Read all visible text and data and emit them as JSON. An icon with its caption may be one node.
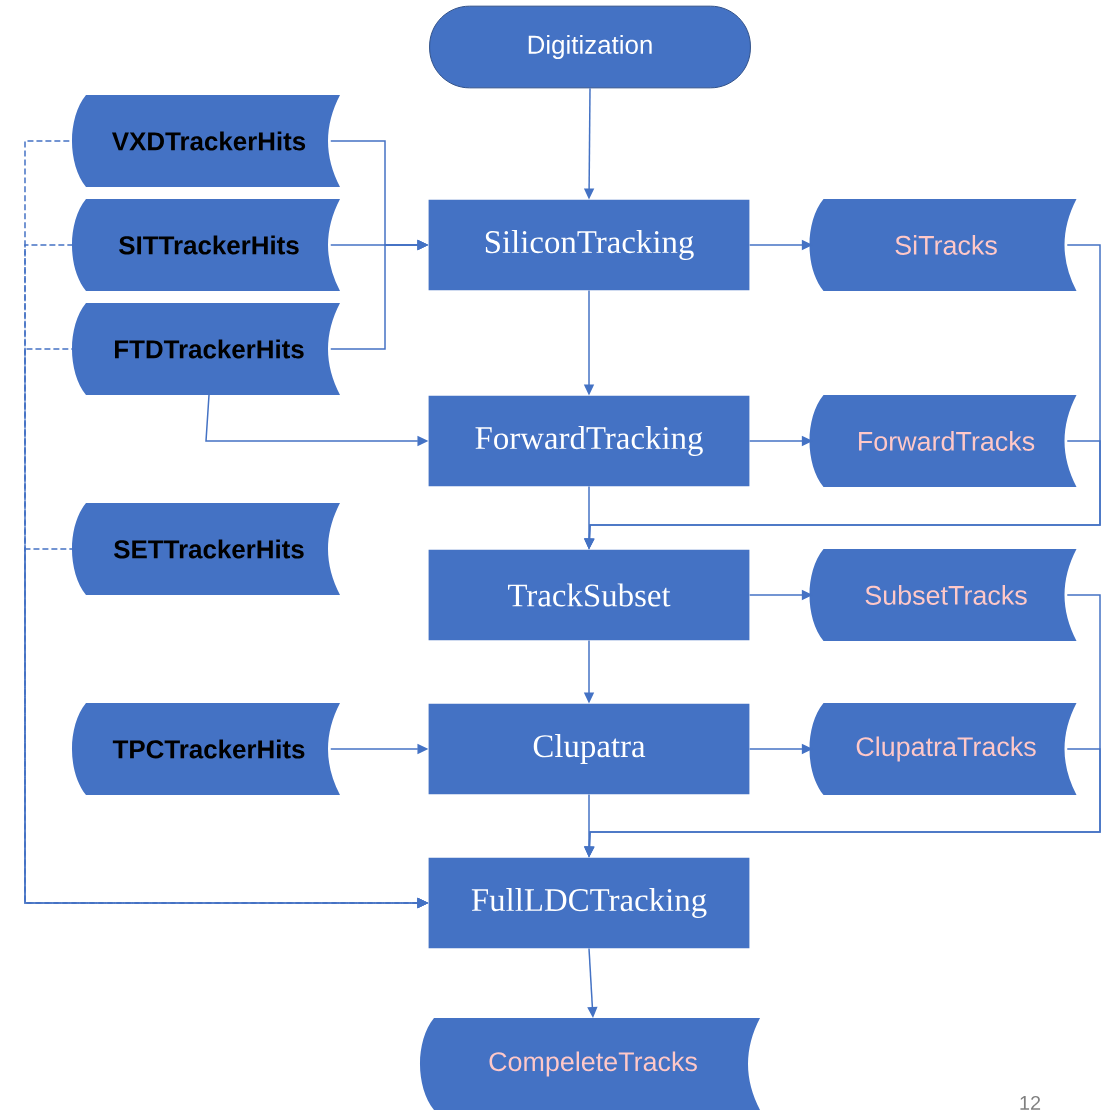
{
  "diagram": {
    "nodes": [
      {
        "text": [
          "Digitization"
        ]
      },
      {
        "text": [
          "VXDTrackerHits"
        ]
      },
      {
        "text": [
          "SITTrackerHits"
        ]
      },
      {
        "text": [
          "FTDTrackerHits"
        ]
      },
      {
        "text": [
          "SiliconTracking"
        ]
      },
      {
        "text": [
          "SiTracks"
        ]
      },
      {
        "text": [
          "ForwardTracking"
        ]
      },
      {
        "text": [
          "ForwardTracks"
        ]
      },
      {
        "text": [
          "SETTrackerHits"
        ]
      },
      {
        "text": [
          "TrackSubset"
        ]
      },
      {
        "text": [
          "SubsetTracks"
        ]
      },
      {
        "text": [
          "TPCTrackerHits"
        ]
      },
      {
        "text": [
          "Clupatra"
        ]
      },
      {
        "text": [
          "ClupatraTracks"
        ]
      },
      {
        "text": [
          "FullLDCTracking"
        ]
      },
      {
        "text": [
          "CompeleteTracks"
        ]
      }
    ],
    "edges": [
      {
        "from": 0,
        "to": 4,
        "arrow": "to"
      },
      {
        "from": 1,
        "to": 4,
        "arrow": "to"
      },
      {
        "from": 2,
        "to": 4,
        "arrow": "to"
      },
      {
        "from": 3,
        "to": 4,
        "arrow": "to"
      },
      {
        "from": 4,
        "to": 5,
        "arrow": "to"
      },
      {
        "from": 4,
        "to": 6,
        "arrow": "to"
      },
      {
        "from": 3,
        "to": 6,
        "arrow": "to"
      },
      {
        "from": 6,
        "to": 7,
        "arrow": "to"
      },
      {
        "from": 6,
        "to": 9,
        "arrow": "to"
      },
      {
        "from": 5,
        "to": 9,
        "arrow": "to"
      },
      {
        "from": 7,
        "to": 9,
        "arrow": "to"
      },
      {
        "from": 9,
        "to": 10,
        "arrow": "to"
      },
      {
        "from": 9,
        "to": 12,
        "arrow": "to"
      },
      {
        "from": 11,
        "to": 12,
        "arrow": "to"
      },
      {
        "from": 12,
        "to": 13,
        "arrow": "to"
      },
      {
        "from": 12,
        "to": 14,
        "arrow": "to"
      },
      {
        "from": 10,
        "to": 14,
        "arrow": "to"
      },
      {
        "from": 13,
        "to": 14,
        "arrow": "to"
      },
      {
        "from": 1,
        "to": 14,
        "arrow": "to",
        "style": "dashed"
      },
      {
        "from": 2,
        "to": 14,
        "arrow": "to",
        "style": "dashed"
      },
      {
        "from": 3,
        "to": 14,
        "arrow": "to",
        "style": "dashed"
      },
      {
        "from": 8,
        "to": 14,
        "arrow": "to",
        "style": "dashed"
      },
      {
        "from": 14,
        "to": 15,
        "arrow": "to"
      }
    ],
    "labels": [
      "12"
    ]
  }
}
